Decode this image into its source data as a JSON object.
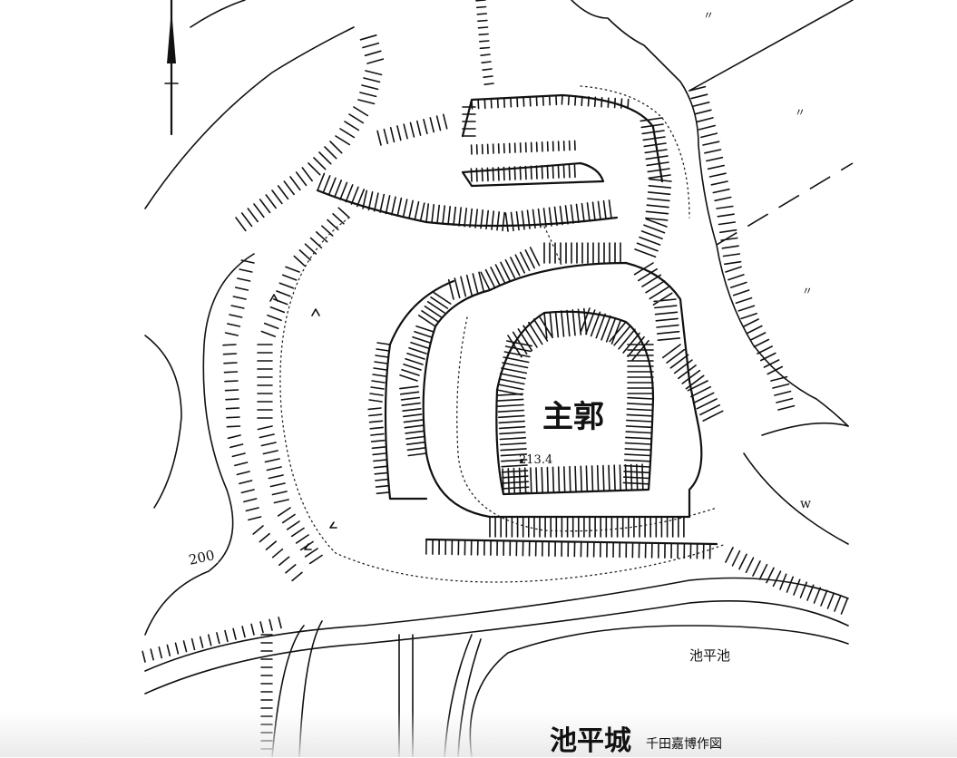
{
  "map": {
    "main_enclosure_label": "主郭",
    "elevation_label": "213.4",
    "contour_label": "200",
    "pond_label": "池平池",
    "title": "池平城",
    "credit": "千田嘉博作図",
    "ditto_marks": [
      "〃",
      "〃",
      "〃"
    ],
    "water_label": "w"
  },
  "icons": {
    "north_arrow": "north-arrow-icon",
    "elevation_point": "survey-point-icon"
  }
}
